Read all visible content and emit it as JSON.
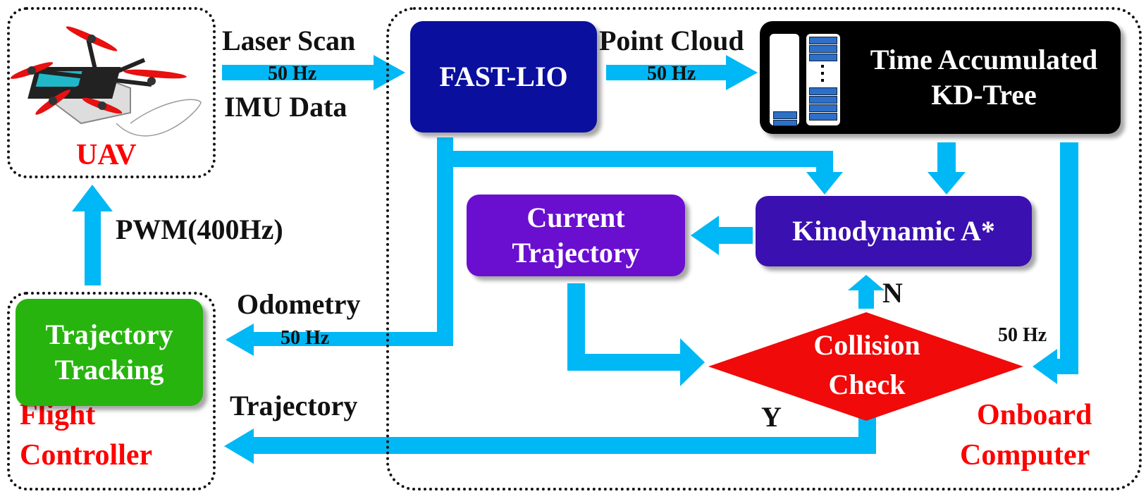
{
  "colors": {
    "arrow": "#00b8f5",
    "fastlio": "#0a0f9e",
    "kdtree": "#000000",
    "kinodynamic": "#3a10b0",
    "current_traj": "#6a0fd0",
    "collision": "#f00a0a",
    "tracking": "#27b40e",
    "group_label": "#ff0000"
  },
  "uav": {
    "label": "UAV"
  },
  "flight_controller": {
    "label_line1": "Flight",
    "label_line2": "Controller"
  },
  "onboard": {
    "label_line1": "Onboard",
    "label_line2": "Computer"
  },
  "blocks": {
    "fastlio": "FAST-LIO",
    "kdtree_line1": "Time Accumulated",
    "kdtree_line2": "KD-Tree",
    "kinodynamic": "Kinodynamic A*",
    "current_traj_line1": "Current",
    "current_traj_line2": "Trajectory",
    "collision_line1": "Collision",
    "collision_line2": "Check",
    "tracking_line1": "Trajectory",
    "tracking_line2": "Tracking"
  },
  "edges": {
    "laser_scan": "Laser Scan",
    "laser_rate": "50 Hz",
    "imu": "IMU Data",
    "point_cloud": "Point Cloud",
    "pc_rate": "50 Hz",
    "odometry": "Odometry",
    "odom_rate": "50 Hz",
    "trajectory": "Trajectory",
    "pwm": "PWM(400Hz)",
    "kd_rate": "50 Hz",
    "no": "N",
    "yes": "Y"
  }
}
